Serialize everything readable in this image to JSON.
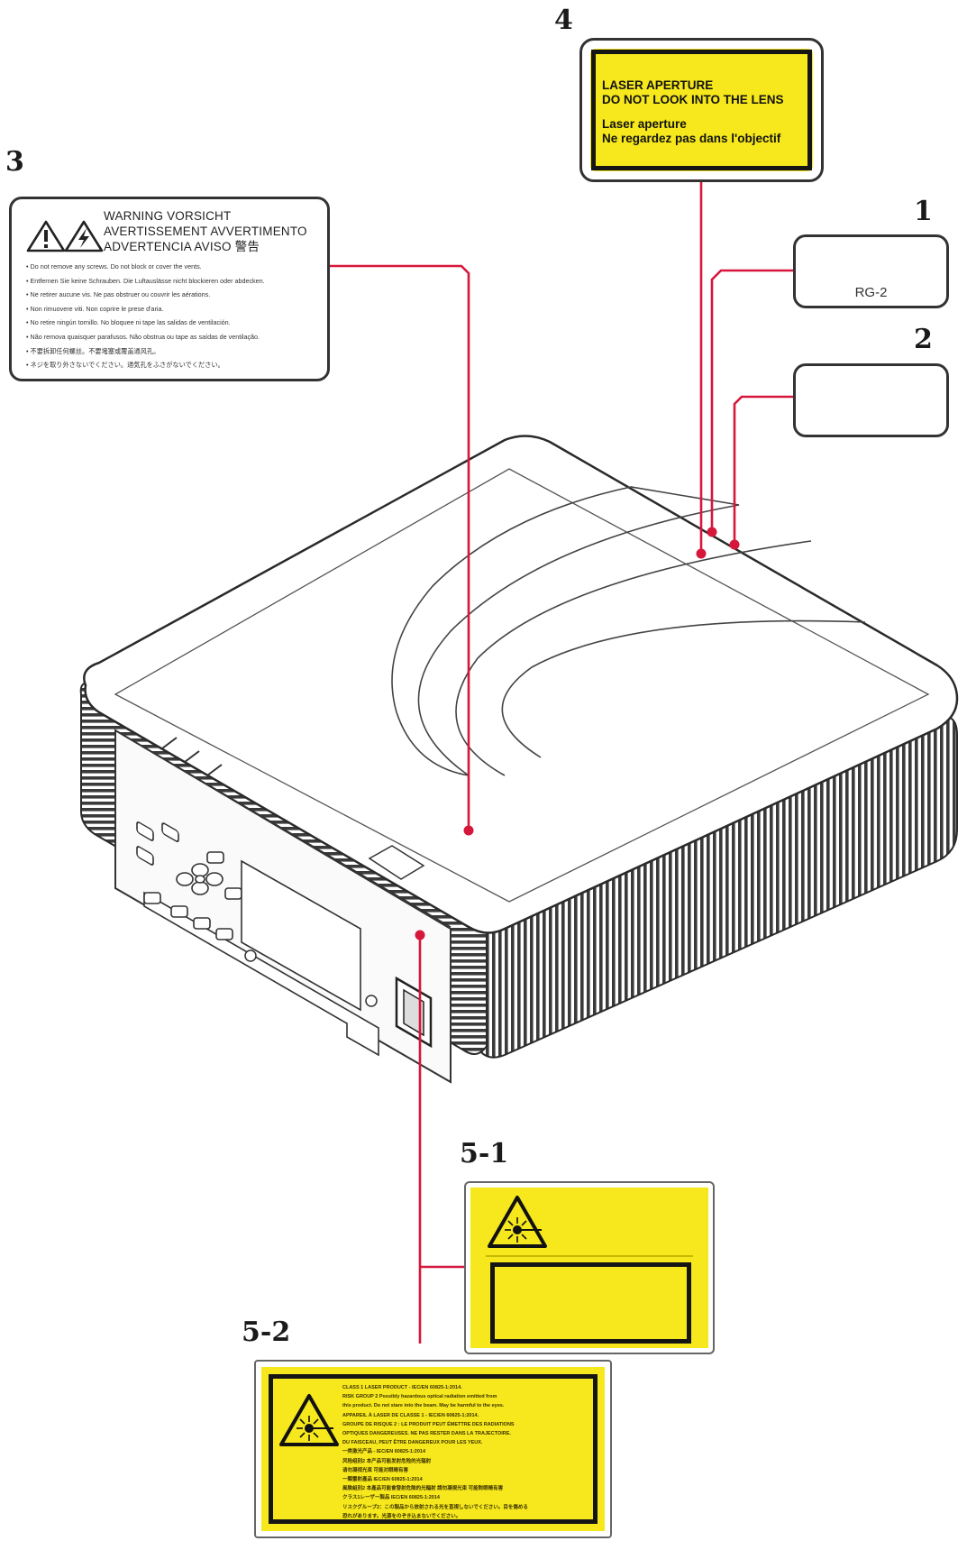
{
  "callouts": [
    {
      "id": "1",
      "label": "1"
    },
    {
      "id": "2",
      "label": "2"
    },
    {
      "id": "3",
      "label": "3"
    },
    {
      "id": "4",
      "label": "4"
    },
    {
      "id": "5-1",
      "label": "5-1"
    },
    {
      "id": "5-2",
      "label": "5-2"
    }
  ],
  "label_4": {
    "line1": "LASER APERTURE",
    "line2": "DO NOT LOOK INTO THE LENS",
    "line3": "Laser aperture",
    "line4": "Ne regardez pas dans l'objectif"
  },
  "label_3": {
    "heading_row1": "WARNING   VORSICHT",
    "heading_row2": "AVERTISSEMENT   AVVERTIMENTO",
    "heading_row3": "ADVERTENCIA   AVISO   警告",
    "lines": [
      "• Do not remove any screws.  Do not block or cover the vents.",
      "• Entfernen Sie keine Schrauben.  Die Luftauslässe nicht blockieren oder abdecken.",
      "• Ne retirer aucune vis. Ne pas obstruer ou couvrir les aérations.",
      "• Non rimuovere viti.  Non coprire le prese d'aria.",
      "• No retire ningún tornillo.  No bloquee ni tape las salidas de ventilación.",
      "• Não remova quaisquer parafusos.  Não obstrua ou tape as saídas de ventilação.",
      "• 不要拆卸任何螺丝。不要堵塞或覆盖通风孔。",
      "• ネジを取り外さないでください。通気孔をふさがないでください。"
    ]
  },
  "label_1": {
    "text": "RG-2"
  },
  "label_5_2": {
    "lines": [
      "CLASS 1 LASER PRODUCT - IEC/EN 60825-1:2014.",
      "RISK GROUP 2   Possibly hazardous optical radiation emitted from",
      "this product. Do not stare into the beam. May be harmful to the eyes.",
      "APPAREIL À LASER DE CLASSE 1 - IEC/EN 60825-1:2014.",
      "GROUPE DE RISQUE 2 : LE PRODUIT PEUT ÉMETTRE DES RADIATIONS",
      "OPTIQUES DANGEREUSES. NE PAS RESTER DANS LA TRAJECTOIRE.",
      "DU FAISCEAU, PEUT ÊTRE DANGEREUX POUR LES YEUX.",
      "一类激光产品 - IEC/EN 60825-1:2014",
      "风险组别2   本产品可能发射危险的光辐射",
      "请勿凝视光束   可能对眼睛有害",
      "一類雷射產品 IEC/EN 60825-1:2014",
      "風險組別2 本產品可能會發射危險的光輻射 請勿凝視光束 可能對眼睛有害",
      "クラス1レーザー製品 IEC/EN 60825-1:2014",
      "リスクグループ2：この製品から放射される光を直視しないでください。目を傷める",
      "恐れがあります。光源をのぞき込まないでください。"
    ]
  },
  "colors": {
    "leader_line": "#d6163a",
    "label_yellow": "#f6e81c",
    "outline": "#333333"
  }
}
